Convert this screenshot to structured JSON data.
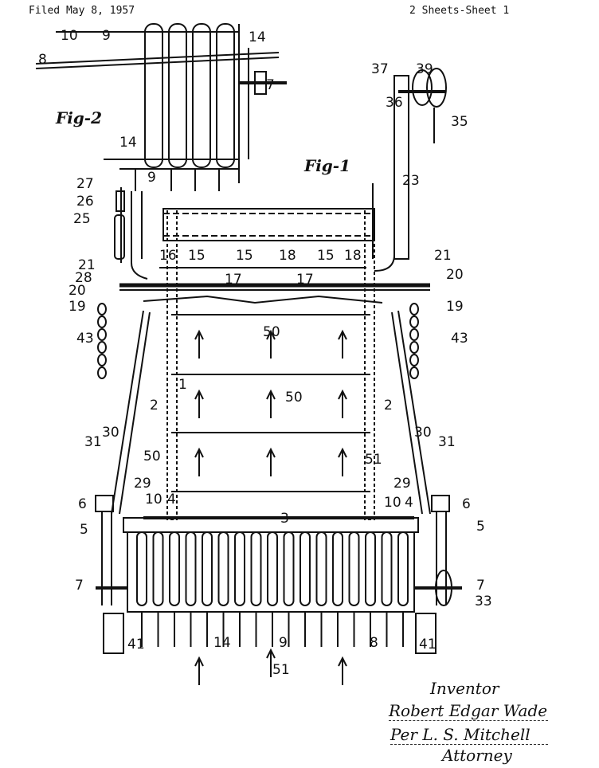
{
  "header": {
    "filed": "Filed May 8, 1957",
    "sheet": "2 Sheets-Sheet 1"
  },
  "figures": {
    "fig1": "Fig-1",
    "fig2": "Fig-2"
  },
  "reference_numerals": [
    "10",
    "9",
    "8",
    "14",
    "7",
    "14",
    "9",
    "37",
    "39",
    "36",
    "35",
    "23",
    "27",
    "26",
    "25",
    "21",
    "28",
    "20",
    "19",
    "16",
    "15",
    "15",
    "18",
    "15",
    "18",
    "17",
    "17",
    "21",
    "20",
    "19",
    "43",
    "43",
    "50",
    "1",
    "50",
    "2",
    "2",
    "30",
    "31",
    "30",
    "31",
    "50",
    "51",
    "29",
    "29",
    "6",
    "6",
    "10",
    "4",
    "10",
    "4",
    "3",
    "5",
    "5",
    "7",
    "7",
    "33",
    "41",
    "41",
    "14",
    "9",
    "8",
    "51"
  ],
  "signature": {
    "inventor_label": "Inventor",
    "inventor_name": "Robert Edgar Wade",
    "per": "Per L. S. Mitchell",
    "attorney_label": "Attorney"
  }
}
